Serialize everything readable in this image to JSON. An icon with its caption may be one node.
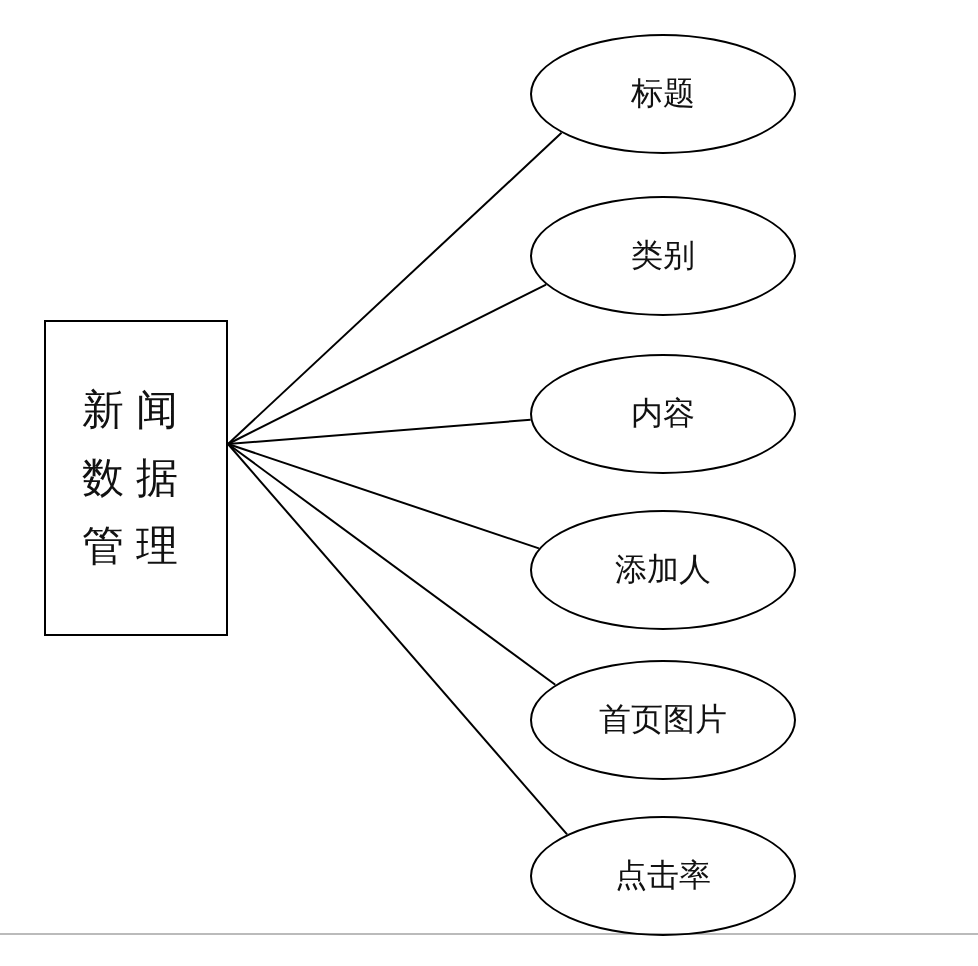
{
  "diagram": {
    "nodes": [
      {
        "text": [
          "新闻数据管理"
        ]
      },
      {
        "text": [
          "标题"
        ]
      },
      {
        "text": [
          "类别"
        ]
      },
      {
        "text": [
          "内容"
        ]
      },
      {
        "text": [
          "添加人"
        ]
      },
      {
        "text": [
          "首页图片"
        ]
      },
      {
        "text": [
          "点击率"
        ]
      }
    ],
    "edges": [
      {
        "from": 0,
        "to": 1,
        "arrow": "none"
      },
      {
        "from": 0,
        "to": 2,
        "arrow": "none"
      },
      {
        "from": 0,
        "to": 3,
        "arrow": "none"
      },
      {
        "from": 0,
        "to": 4,
        "arrow": "none"
      },
      {
        "from": 0,
        "to": 5,
        "arrow": "none"
      },
      {
        "from": 0,
        "to": 6,
        "arrow": "none"
      }
    ]
  }
}
